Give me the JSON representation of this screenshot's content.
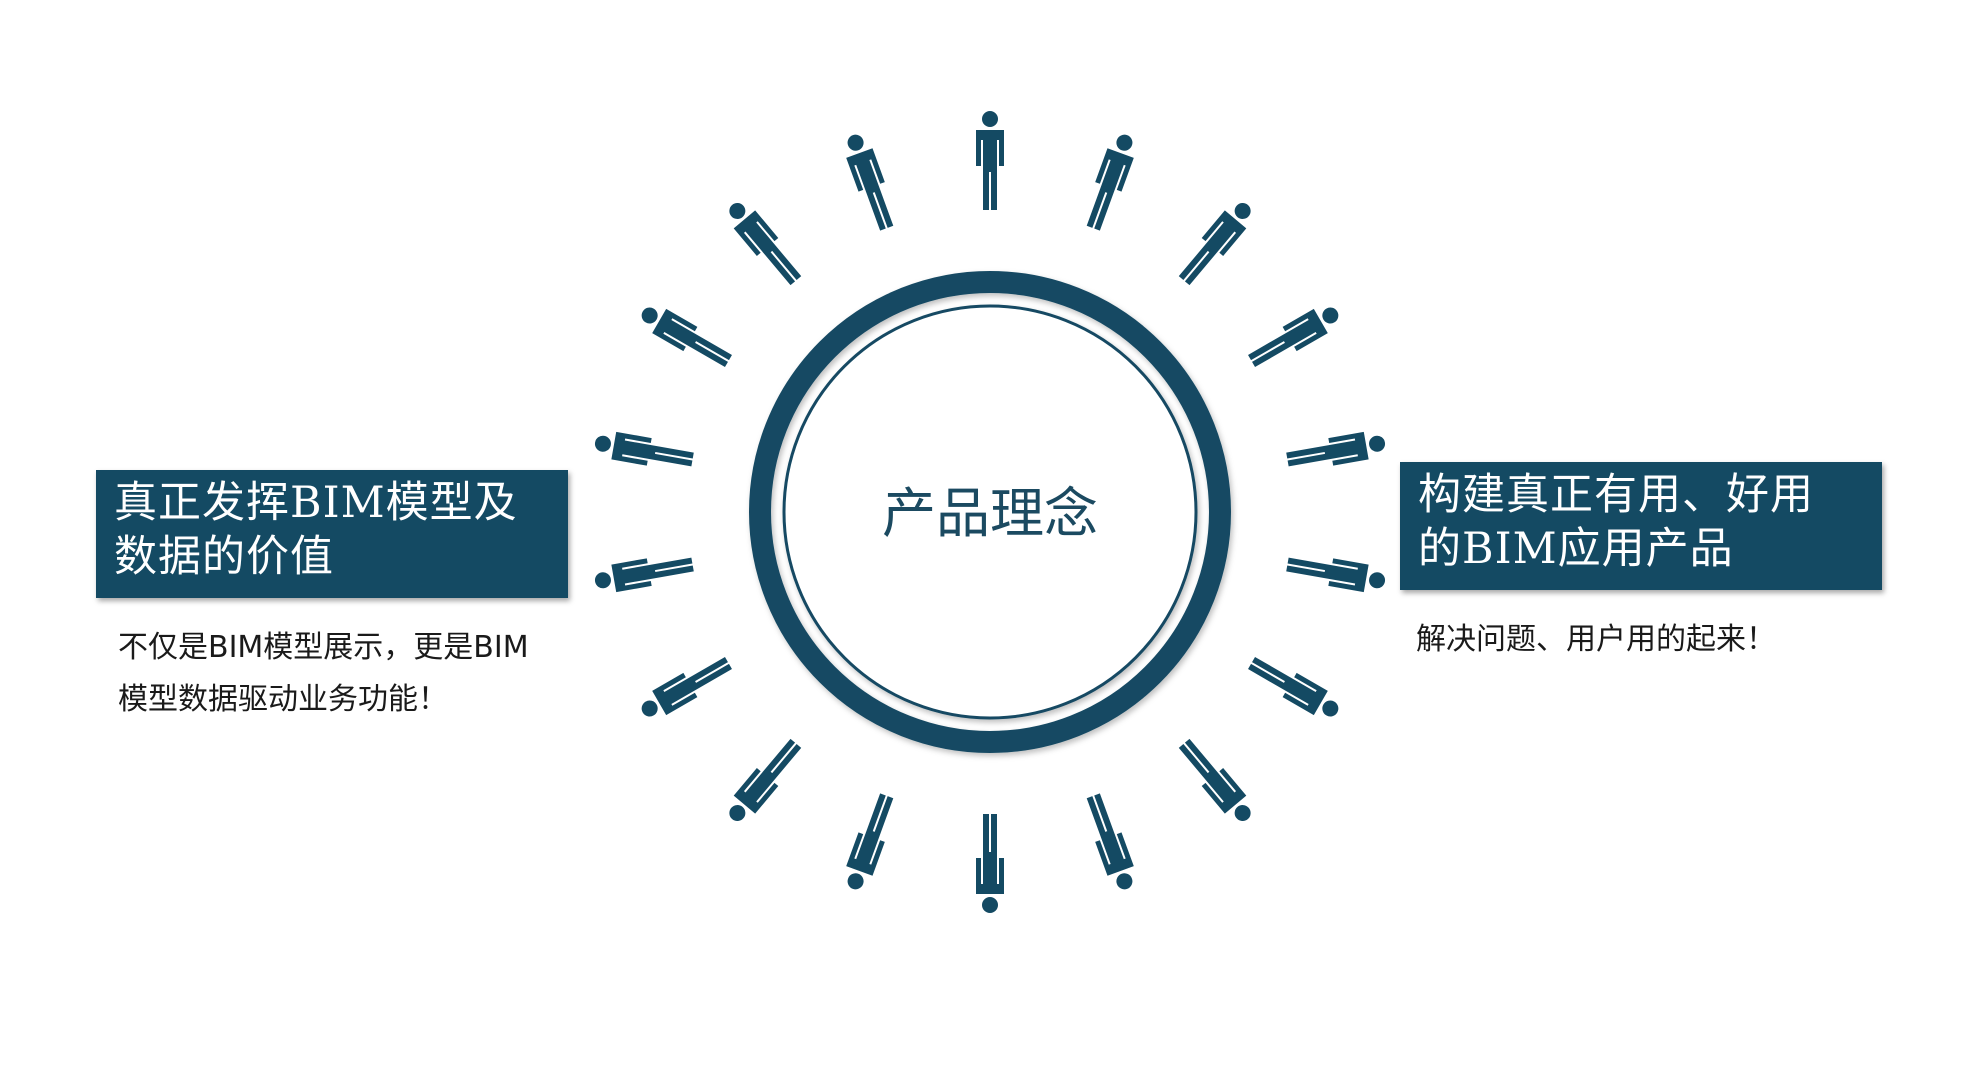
{
  "center": {
    "title": "产品理念"
  },
  "left": {
    "heading_lines": [
      "真正发挥BIM模型及",
      "数据的价值"
    ],
    "desc_lines": [
      "不仅是BIM模型展示，更是BIM",
      "模型数据驱动业务功能！"
    ]
  },
  "right": {
    "heading_lines": [
      "构建真正有用、好用",
      "的BIM应用产品"
    ],
    "desc_lines": [
      "解决问题、用户用的起来！"
    ]
  },
  "diagram": {
    "person_icon": "person-icon",
    "person_count": 18
  },
  "colors": {
    "accent": "#144a63",
    "text": "#1a1a1a",
    "background": "#ffffff"
  }
}
